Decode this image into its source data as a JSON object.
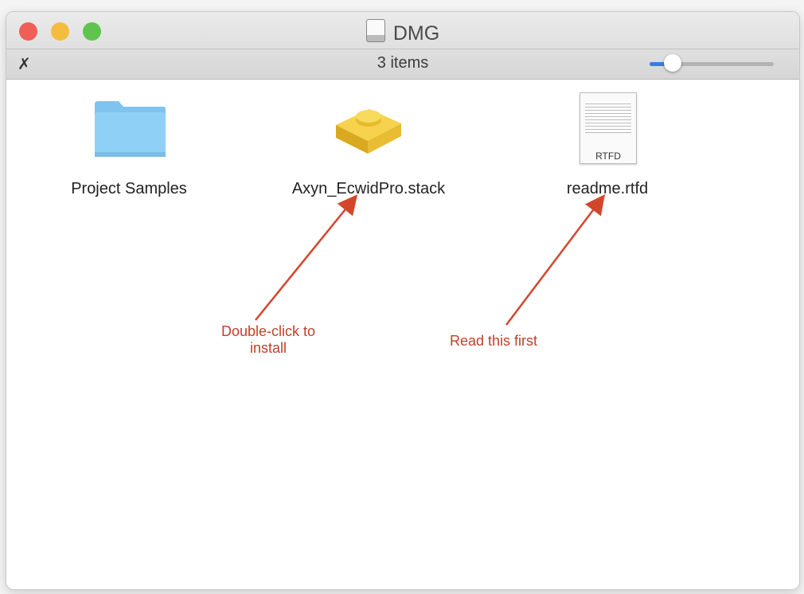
{
  "window": {
    "title": "DMG",
    "status": "3 items",
    "zoom_level": 0.2
  },
  "files": [
    {
      "name": "Project Samples",
      "icon": "folder-icon"
    },
    {
      "name": "Axyn_EcwidPro.stack",
      "icon": "stack-icon"
    },
    {
      "name": "readme.rtfd",
      "icon": "rtfd-document-icon",
      "badge": "RTFD"
    }
  ],
  "annotations": {
    "install": "Double-click to install",
    "readme": "Read this first",
    "color": "#d2472c"
  }
}
